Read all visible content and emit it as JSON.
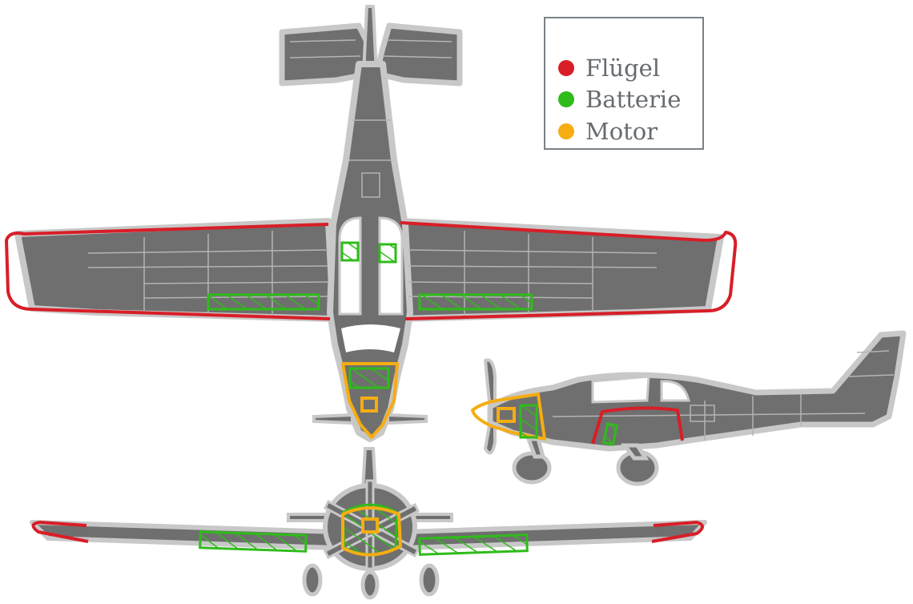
{
  "legend": {
    "items": [
      {
        "key": "wing",
        "label": "Flügel",
        "color": "#d81e28"
      },
      {
        "key": "battery",
        "label": "Batterie",
        "color": "#2fbb1a"
      },
      {
        "key": "motor",
        "label": "Motor",
        "color": "#f5ad12"
      }
    ]
  },
  "colors": {
    "body": "#6f6f6f",
    "outline": "#c8c8c8",
    "panel_line": "#b4b4b4",
    "canopy": "#ffffff"
  }
}
